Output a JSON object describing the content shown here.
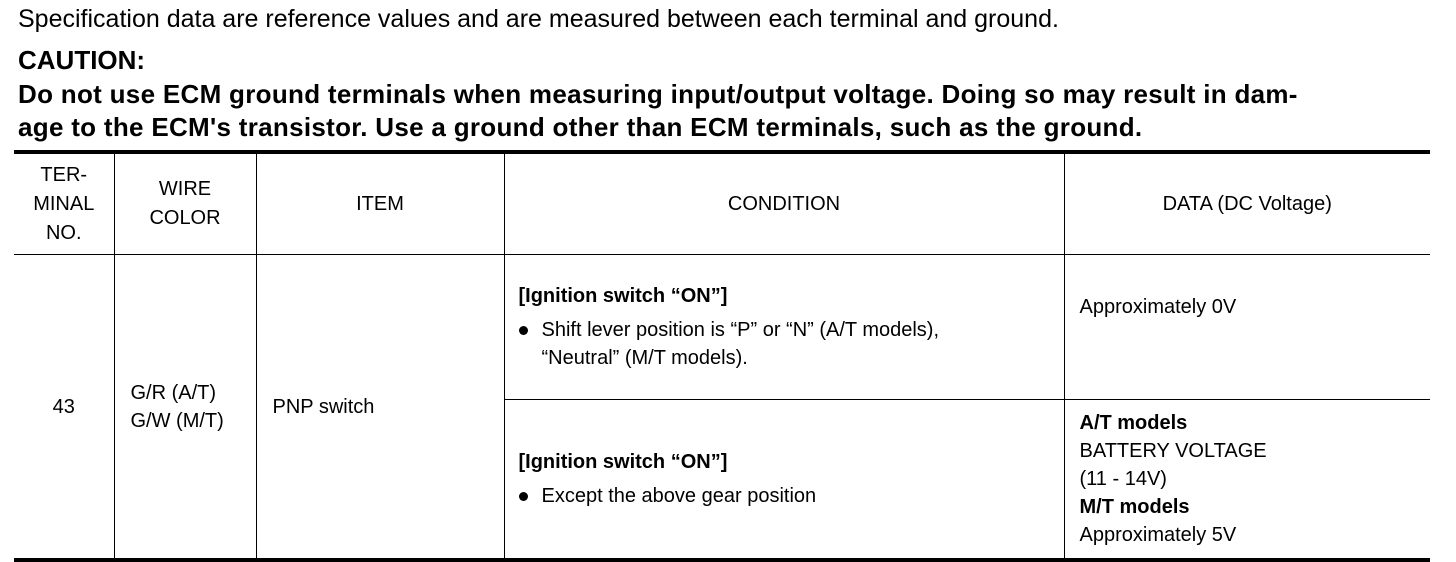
{
  "intro": "Specification data are reference values and are measured between each terminal and ground.",
  "caution": {
    "title": "CAUTION:",
    "body": "Do not use ECM ground terminals when measuring input/output voltage. Doing so may result in damage to the ECM's transistor. Use a ground other than ECM terminals, such as the ground."
  },
  "table": {
    "headers": {
      "terminal": [
        "TER-",
        "MINAL",
        "NO."
      ],
      "wire": [
        "WIRE",
        "COLOR"
      ],
      "item": "ITEM",
      "condition": "CONDITION",
      "data": "DATA (DC Voltage)"
    },
    "row": {
      "terminal": "43",
      "wire": [
        "G/R (A/T)",
        "G/W (M/T)"
      ],
      "item": "PNP switch",
      "conditions": [
        {
          "head": "[Ignition switch “ON”]",
          "bullet": [
            "Shift lever position is “P” or “N” (A/T models),",
            "“Neutral” (M/T models)."
          ],
          "data": [
            "Approximately 0V"
          ]
        },
        {
          "head": "[Ignition switch “ON”]",
          "bullet": [
            "Except the above gear position"
          ],
          "data_at_label": "A/T models",
          "data_at_value": [
            "BATTERY VOLTAGE",
            "(11 - 14V)"
          ],
          "data_mt_label": "M/T models",
          "data_mt_value": "Approximately 5V"
        }
      ]
    }
  }
}
